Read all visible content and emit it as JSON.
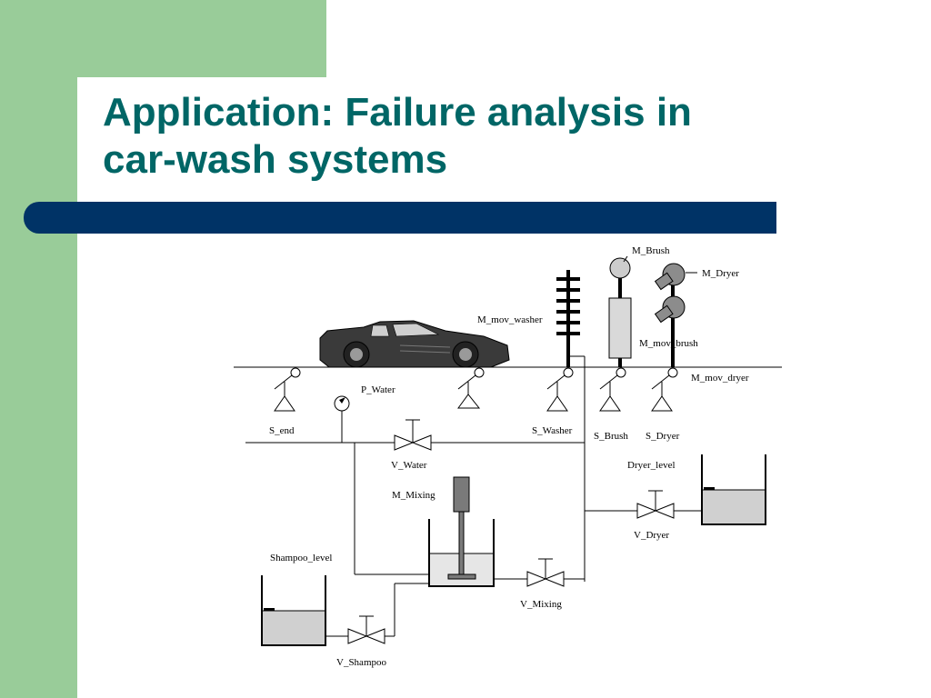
{
  "slide": {
    "title_line1": "Application: Failure analysis in",
    "title_line2": "car-wash systems",
    "colors": {
      "title": "#006666",
      "accent_band": "#99cc99",
      "bar": "#003366"
    }
  },
  "diagram": {
    "labels": {
      "m_brush": "M_Brush",
      "m_dryer": "M_Dryer",
      "m_mov_washer": "M_mov_washer",
      "m_mov_brush": "M_mov_brush",
      "m_mov_dryer": "M_mov_dryer",
      "p_water": "P_Water",
      "s_end": "S_end",
      "s_washer": "S_Washer",
      "s_brush": "S_Brush",
      "s_dryer": "S_Dryer",
      "v_water": "V_Water",
      "dryer_level": "Dryer_level",
      "m_mixing": "M_Mixing",
      "v_dryer": "V_Dryer",
      "shampoo_level": "Shampoo_level",
      "v_mixing": "V_Mixing",
      "v_shampoo": "V_Shampoo"
    }
  }
}
